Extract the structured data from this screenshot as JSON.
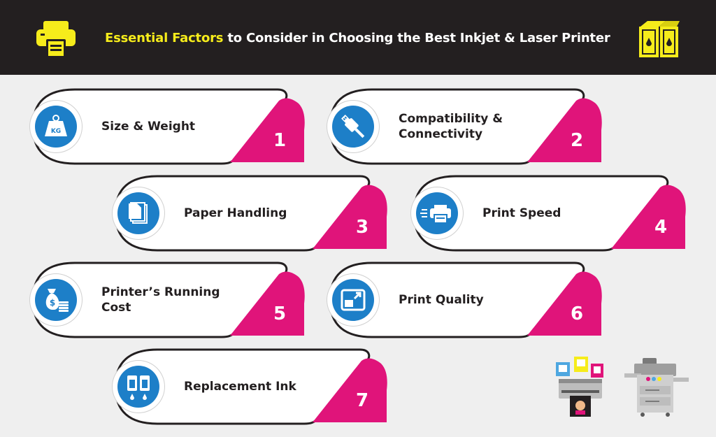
{
  "header": {
    "title_highlight": "Essential Factors",
    "title_rest": " to Consider in Choosing the Best Inkjet & Laser Printer",
    "printer_icon": "printer-icon",
    "ink_icon": "ink-cartridge-icon",
    "highlight_color": "#f6ec1b"
  },
  "factors": [
    {
      "number": "1",
      "label": "Size & Weight",
      "icon": "kg-weight-icon"
    },
    {
      "number": "2",
      "label": "Compatibility &\nConnectivity",
      "icon": "usb-cable-icon"
    },
    {
      "number": "3",
      "label": "Paper Handling",
      "icon": "paper-stack-icon"
    },
    {
      "number": "4",
      "label": "Print Speed",
      "icon": "fast-printer-icon"
    },
    {
      "number": "5",
      "label": "Printer’s Running\nCost",
      "icon": "money-bag-icon"
    },
    {
      "number": "6",
      "label": "Print Quality",
      "icon": "expand-screen-icon"
    },
    {
      "number": "7",
      "label": "Replacement Ink",
      "icon": "ink-refill-icon"
    }
  ],
  "colors": {
    "accent_magenta": "#e0147a",
    "icon_blue": "#1d7fc8",
    "header_bg": "#231f20",
    "page_bg": "#efefef"
  },
  "illustrations": [
    "inkjet-printer-illustration",
    "laser-printer-illustration"
  ]
}
